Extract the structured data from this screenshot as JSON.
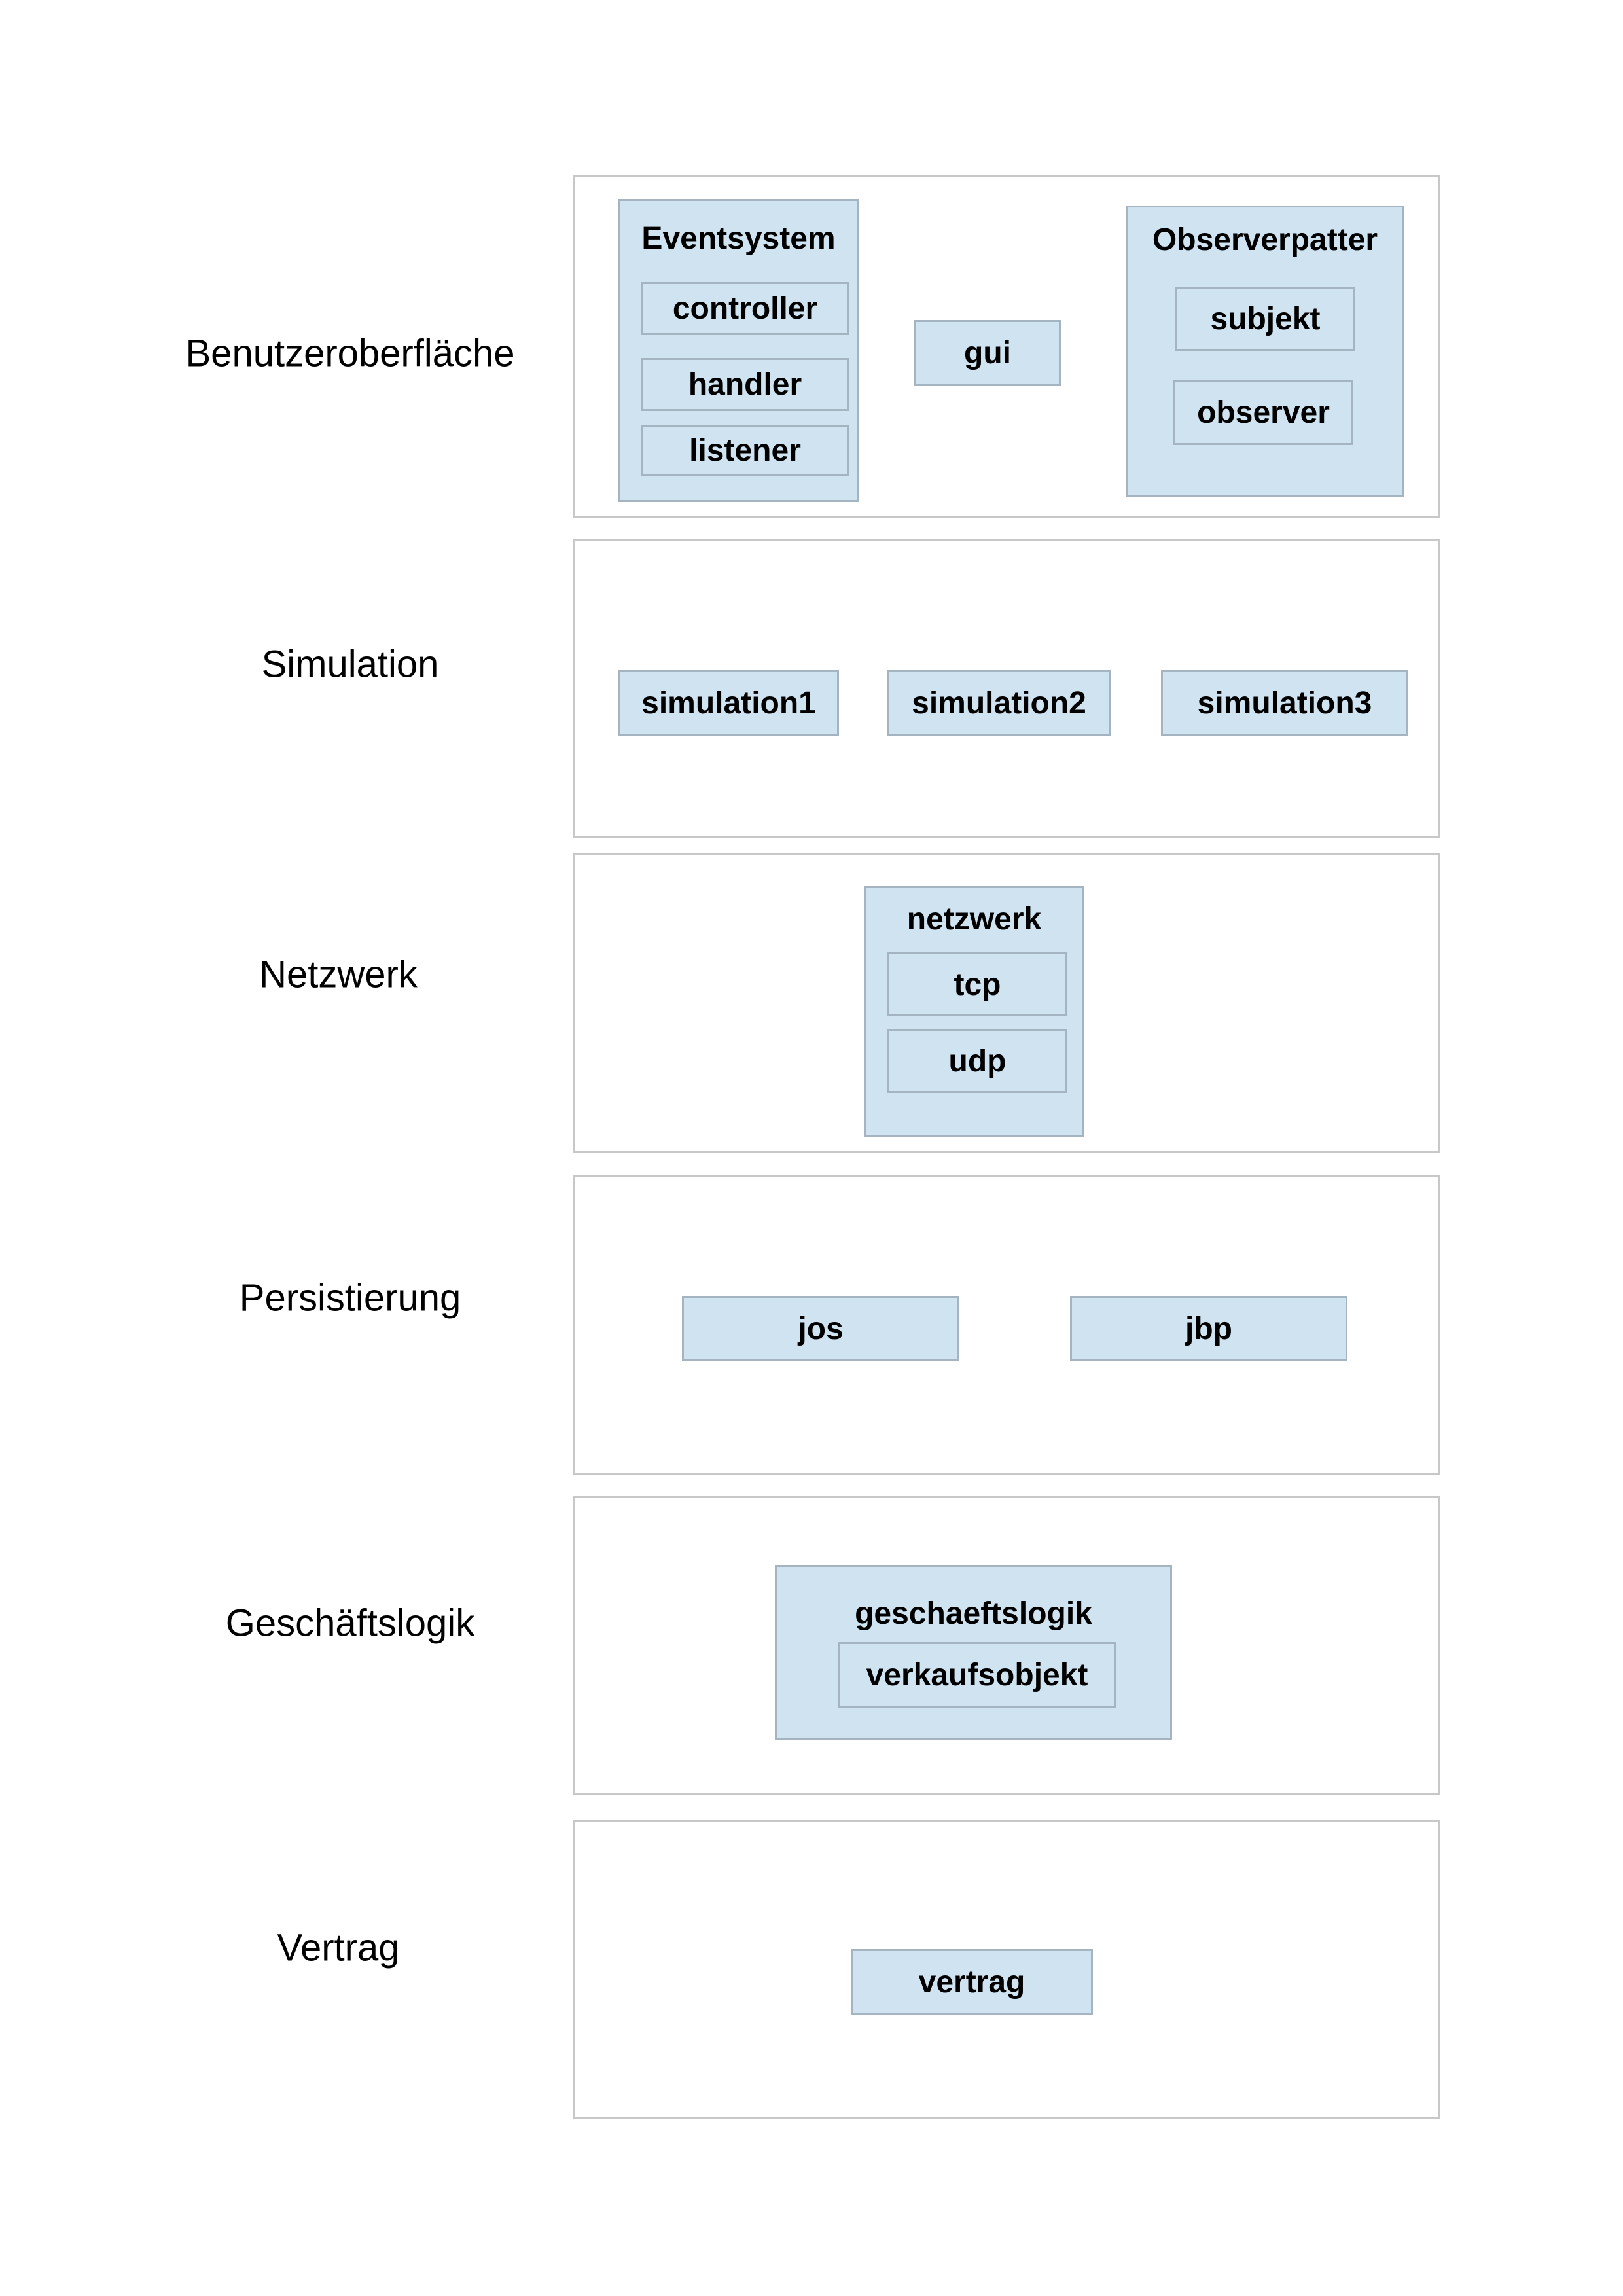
{
  "layers": [
    {
      "label": "Benutzeroberfläche",
      "eventsystem": {
        "title": "Eventsystem",
        "modules": [
          "controller",
          "handler",
          "listener"
        ]
      },
      "gui": "gui",
      "observer": {
        "title": "Observerpatter",
        "modules": [
          "subjekt",
          "observer"
        ]
      }
    },
    {
      "label": "Simulation",
      "modules": [
        "simulation1",
        "simulation2",
        "simulation3"
      ]
    },
    {
      "label": "Netzwerk",
      "package": {
        "title": "netzwerk",
        "modules": [
          "tcp",
          "udp"
        ]
      }
    },
    {
      "label": "Persistierung",
      "modules": [
        "jos",
        "jbp"
      ]
    },
    {
      "label": "Geschäftslogik",
      "package": {
        "title": "geschaeftslogik",
        "modules": [
          "verkaufsobjekt"
        ]
      }
    },
    {
      "label": "Vertrag",
      "modules": [
        "vertrag"
      ]
    }
  ],
  "colors": {
    "module_fill": "#cfe3f1",
    "module_border": "#a4b4c0",
    "frame_border": "#c8c8c8"
  }
}
